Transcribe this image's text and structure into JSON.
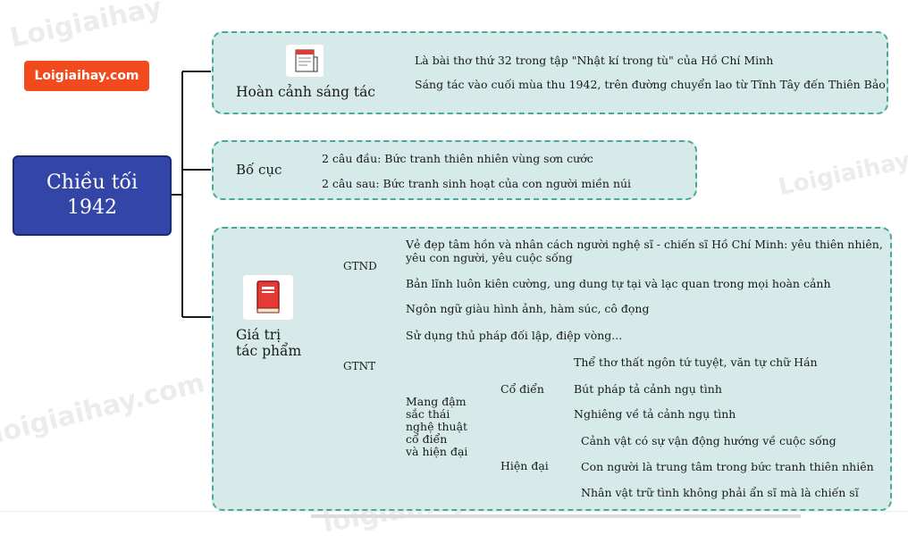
{
  "brand": {
    "badge": "Loigiaihay.com",
    "badge_color": "#f24a1d"
  },
  "root": {
    "line1": "Chiều tối",
    "line2": "1942",
    "color": "#3346a8"
  },
  "section1": {
    "title": "Hoàn cảnh sáng tác",
    "icon": "newspaper-icon",
    "items": [
      "Là bài thơ thứ 32 trong tập \"Nhật kí trong tù\" của Hồ Chí Minh",
      "Sáng tác vào cuối mùa thu 1942, trên đường chuyển lao từ Tĩnh Tây đến Thiên Bảo"
    ]
  },
  "section2": {
    "title": "Bố cục",
    "items": [
      "2 câu đầu: Bức tranh thiên nhiên vùng sơn cước",
      "2 câu sau: Bức tranh sinh hoạt của con người miền núi"
    ]
  },
  "section3": {
    "title_line1": "Giá trị",
    "title_line2": "tác phẩm",
    "icon": "book-icon",
    "gtnd": {
      "label": "GTND",
      "item1_line1": "Vẻ đẹp tâm hồn và nhân cách người nghệ sĩ - chiến sĩ Hồ Chí Minh: yêu thiên nhiên,",
      "item1_line2": "yêu con người, yêu cuộc sống",
      "item2": "Bản lĩnh luôn kiên cường, ung dung tự tại và lạc quan trong mọi hoàn cảnh"
    },
    "gtnt": {
      "label": "GTNT",
      "item1": "Ngôn ngữ giàu hình ảnh, hàm súc, cô đọng",
      "item2": "Sử dụng thủ pháp đối lập, điệp vòng...",
      "mang_dam": [
        "Mang đậm",
        "sắc thái",
        "nghệ thuật",
        "cổ điển",
        "và hiện đại"
      ],
      "co_dien": {
        "label": "Cổ điển",
        "items": [
          "Thể thơ thất ngôn tứ tuyệt, văn tự chữ Hán",
          "Bút pháp tả cảnh ngụ tình",
          "Nghiêng về tả cảnh ngụ tình"
        ]
      },
      "hien_dai": {
        "label": "Hiện đại",
        "items": [
          "Cảnh vật có sự vận động hướng về cuộc sống",
          "Con người là trung tâm trong bức tranh thiên nhiên",
          "Nhân vật trữ tình không phải ẩn sĩ mà là chiến sĩ"
        ]
      }
    }
  },
  "watermark": {
    "text": "Loigiaihay",
    "text_com": "loigiaihay.com"
  }
}
